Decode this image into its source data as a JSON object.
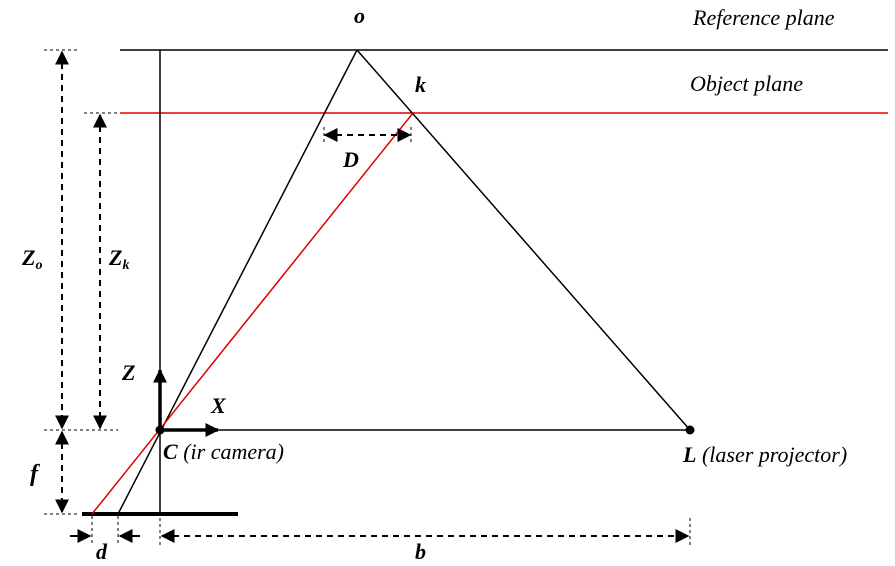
{
  "labels": {
    "o": "o",
    "k": "k",
    "reference_plane": "Reference plane",
    "object_plane": "Object plane",
    "D": "D",
    "Zo_main": "Z",
    "Zo_sub": "o",
    "Zk_main": "Z",
    "Zk_sub": "k",
    "Z_axis": "Z",
    "X_axis": "X",
    "C": "C",
    "C_desc": " (ir camera)",
    "L": "L",
    "L_desc": " (laser projector)",
    "f": "f",
    "d": "d",
    "b": "b"
  },
  "colors": {
    "line": "#000000",
    "object_plane": "#e00000",
    "object_ray": "#e00000"
  }
}
